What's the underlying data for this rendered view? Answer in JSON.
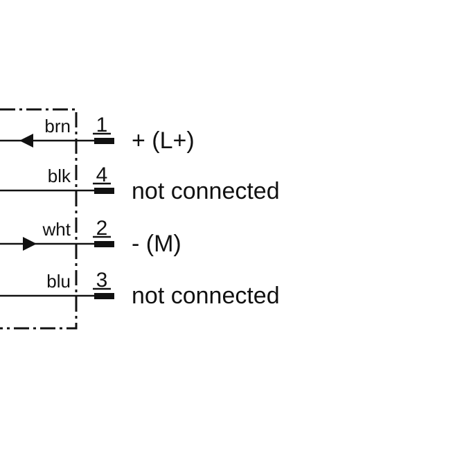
{
  "pins": [
    {
      "color": "brn",
      "number": "1",
      "signal": "+ (L+)",
      "arrow": "left"
    },
    {
      "color": "blk",
      "number": "4",
      "signal": "not connected",
      "arrow": "none"
    },
    {
      "color": "wht",
      "number": "2",
      "signal": "- (M)",
      "arrow": "right"
    },
    {
      "color": "blu",
      "number": "3",
      "signal": "not connected",
      "arrow": "none"
    }
  ]
}
